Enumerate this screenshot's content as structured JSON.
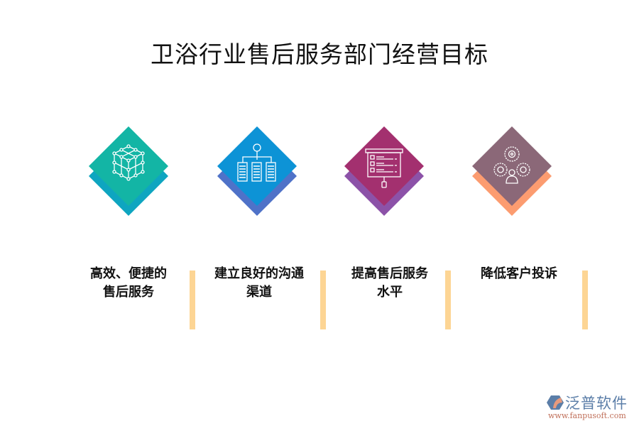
{
  "title": "卫浴行业售后服务部门经营目标",
  "items": [
    {
      "label_line1": "高效、便捷的",
      "label_line2": "售后服务",
      "icon": "network-cube-icon",
      "front_color": "#13b5a5",
      "back_color": "#0ea5c0"
    },
    {
      "label_line1": "建立良好的沟通",
      "label_line2": "渠道",
      "icon": "hierarchy-servers-icon",
      "front_color": "#0d93d6",
      "back_color": "#4f72c8"
    },
    {
      "label_line1": "提高售后服务",
      "label_line2": "水平",
      "icon": "presentation-board-icon",
      "front_color": "#a3306f",
      "back_color": "#8c52a8"
    },
    {
      "label_line1": "降低客户投诉",
      "label_line2": "",
      "icon": "gears-user-icon",
      "front_color": "#8b6878",
      "back_color": "#fc9c70"
    }
  ],
  "accent_bar_color": "#fdd594",
  "logo": {
    "name": "泛普软件",
    "url": "www.fanpusoft.com"
  }
}
